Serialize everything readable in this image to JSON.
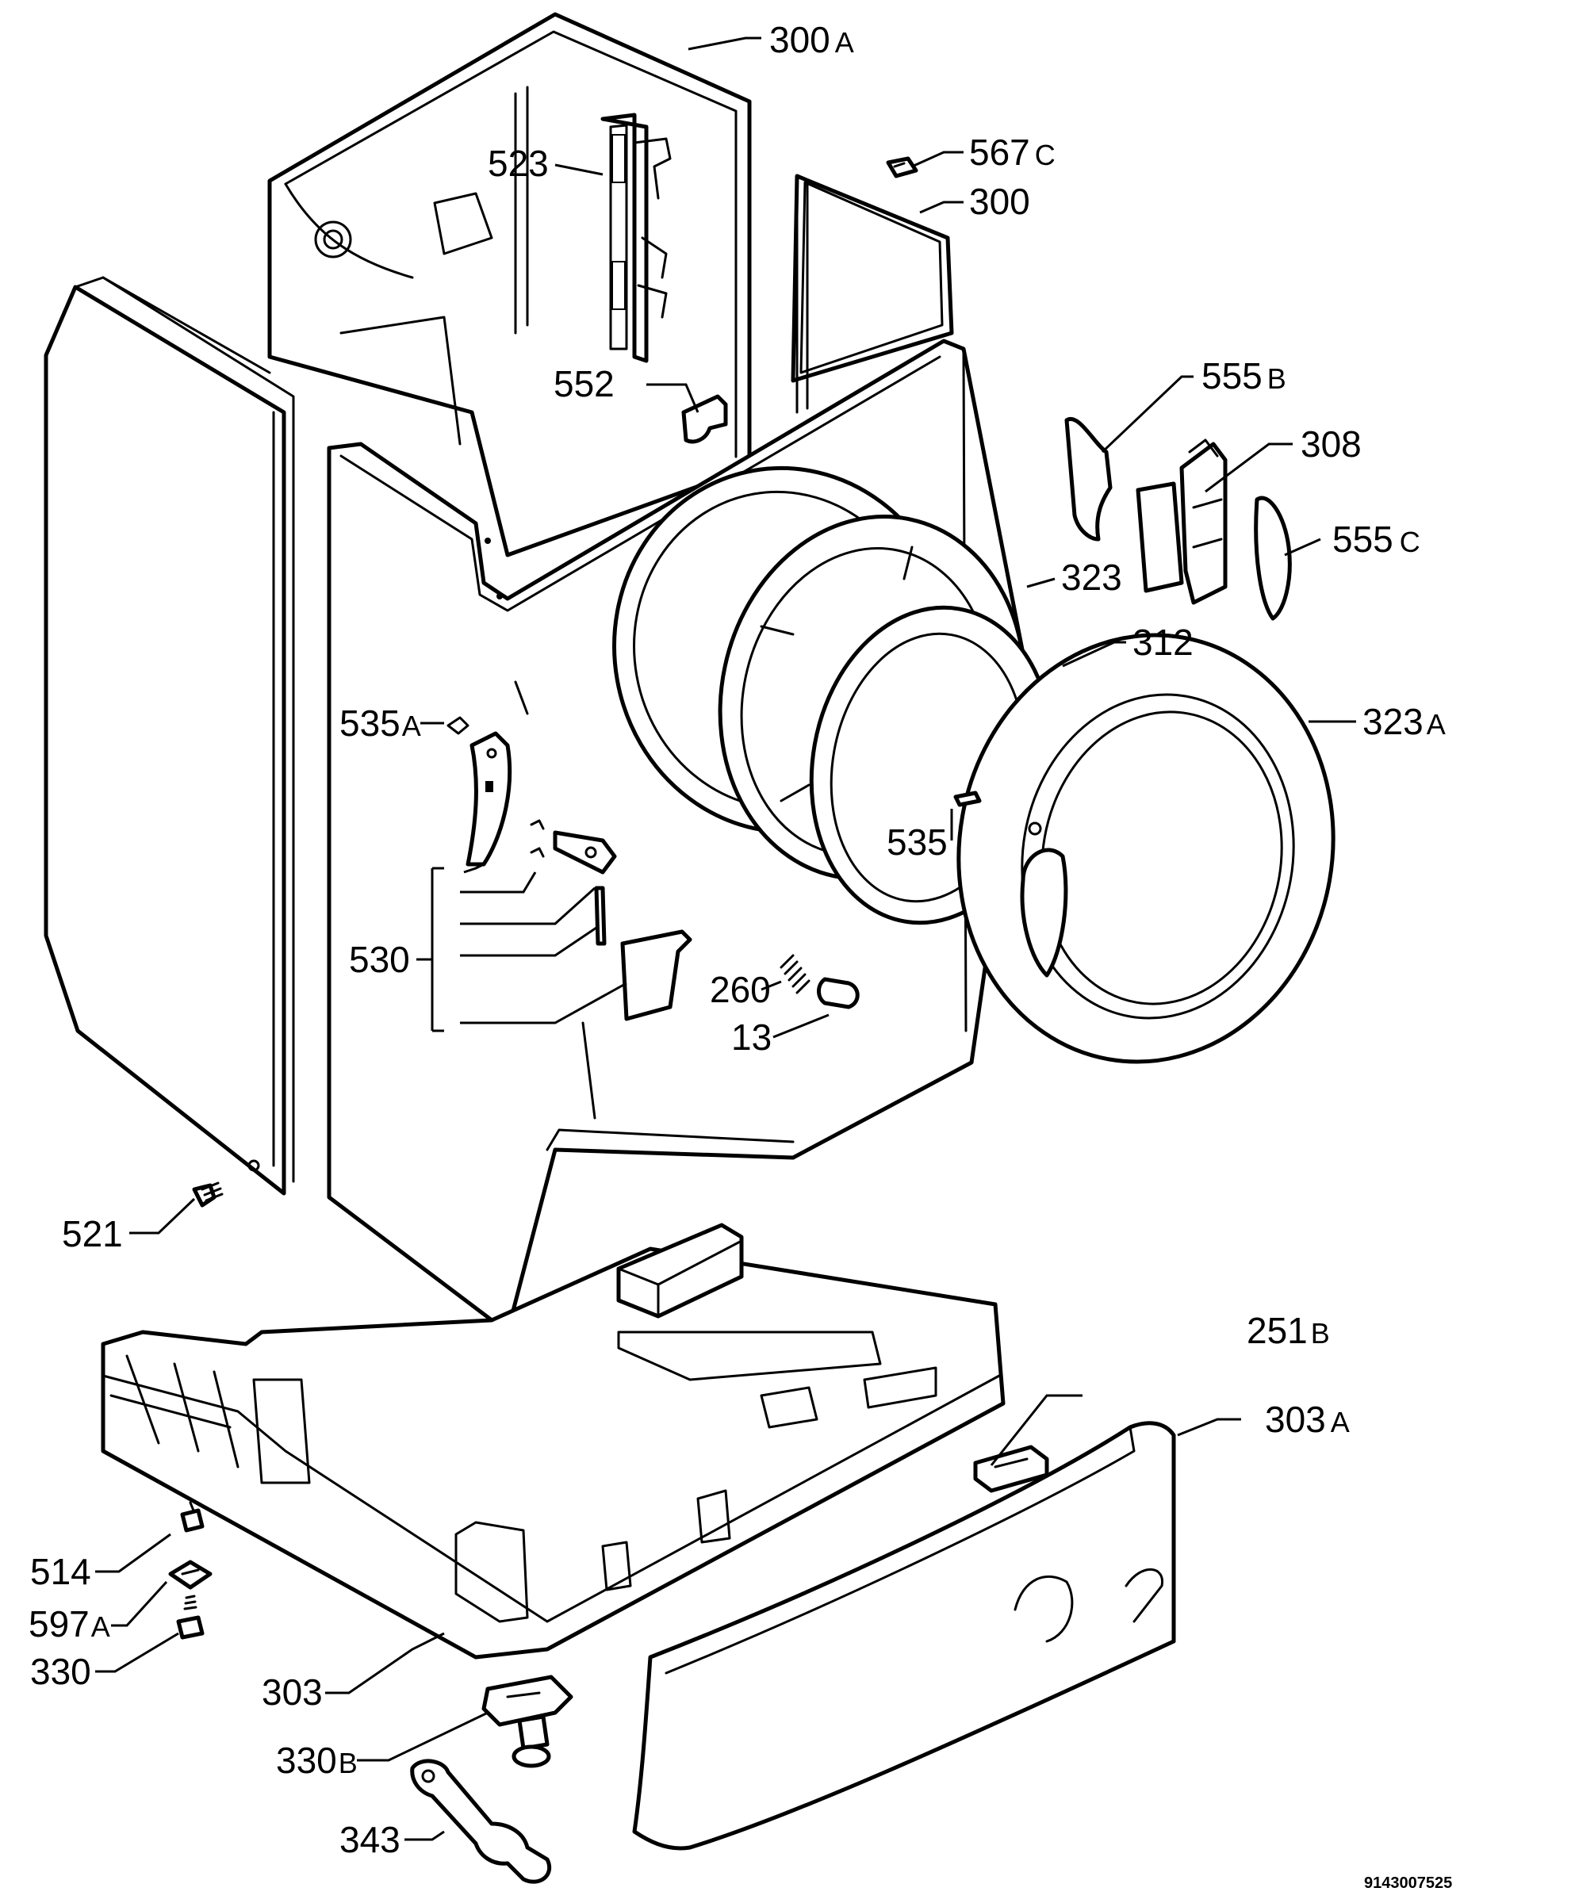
{
  "diagram": {
    "document_number": "9143007525",
    "labels": {
      "l300a": {
        "num": "300",
        "suffix": "A"
      },
      "l523": {
        "num": "523",
        "suffix": ""
      },
      "l567c": {
        "num": "567",
        "suffix": "C"
      },
      "l300": {
        "num": "300",
        "suffix": ""
      },
      "l552": {
        "num": "552",
        "suffix": ""
      },
      "l555b": {
        "num": "555",
        "suffix": "B"
      },
      "l308": {
        "num": "308",
        "suffix": ""
      },
      "l555c": {
        "num": "555",
        "suffix": "C"
      },
      "l323": {
        "num": "323",
        "suffix": ""
      },
      "l312": {
        "num": "312",
        "suffix": ""
      },
      "l323a": {
        "num": "323",
        "suffix": "A"
      },
      "l535a": {
        "num": "535",
        "suffix": "A"
      },
      "l535": {
        "num": "535",
        "suffix": ""
      },
      "l530": {
        "num": "530",
        "suffix": ""
      },
      "l260": {
        "num": "260",
        "suffix": ""
      },
      "l13": {
        "num": "13",
        "suffix": ""
      },
      "l521": {
        "num": "521",
        "suffix": ""
      },
      "l251b": {
        "num": "251",
        "suffix": "B"
      },
      "l303a": {
        "num": "303",
        "suffix": "A"
      },
      "l514": {
        "num": "514",
        "suffix": ""
      },
      "l597a": {
        "num": "597",
        "suffix": "A"
      },
      "l330": {
        "num": "330",
        "suffix": ""
      },
      "l303": {
        "num": "303",
        "suffix": ""
      },
      "l330b": {
        "num": "330",
        "suffix": "B"
      },
      "l343": {
        "num": "343",
        "suffix": ""
      }
    }
  }
}
